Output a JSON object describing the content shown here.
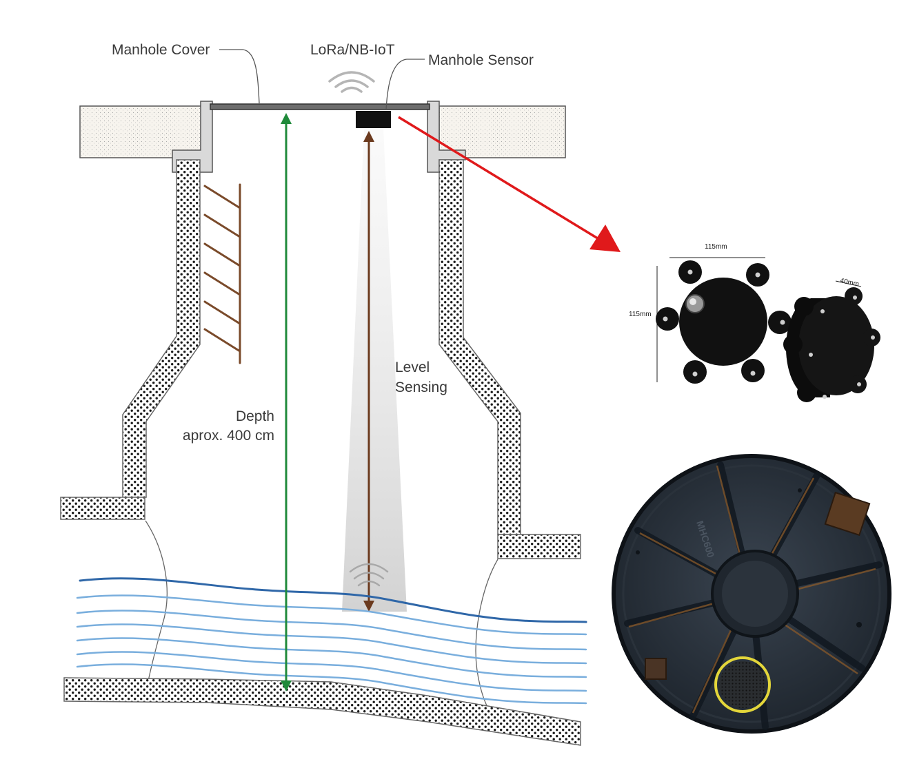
{
  "labels": {
    "manhole_cover": "Manhole Cover",
    "lora_nbiot": "LoRa/NB-IoT",
    "manhole_sensor": "Manhole Sensor",
    "level_line1": "Level",
    "level_line2": "Sensing",
    "depth_line1": "Depth",
    "depth_line2": "aprox. 400 cm"
  },
  "dimensions": {
    "width": "115mm",
    "height": "115mm",
    "thickness": "40mm"
  },
  "cover_marking": "MHC600",
  "colors": {
    "depth_arrow": "#1f8a3a",
    "level_arrow": "#6b3a1e",
    "pointer_arrow": "#e0191b",
    "water_dark": "#2f67a8",
    "water_light": "#79aedd",
    "ladder": "#7a4a2a",
    "sensor_highlight": "#e3d63a",
    "sensor_body": "#111111"
  }
}
